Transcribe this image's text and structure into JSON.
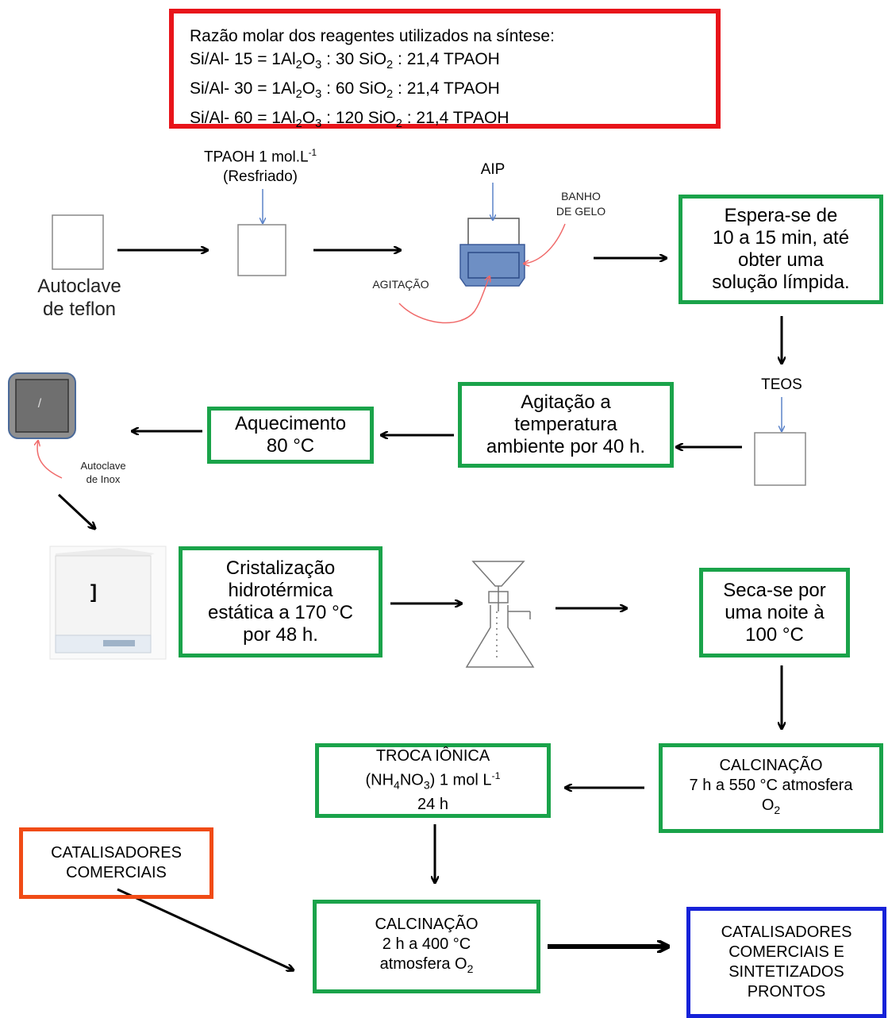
{
  "ratio_box": {
    "title": "Razão molar dos reagentes utilizados na síntese:",
    "lines": [
      {
        "prefix": "Si/Al- 15 = 1Al",
        "a": "2",
        "mid1": "O",
        "b": "3",
        "mid2": " : 30 SiO",
        "c": "2",
        "suffix": " : 21,4 TPAOH"
      },
      {
        "prefix": "Si/Al- 30 = 1Al",
        "a": "2",
        "mid1": "O",
        "b": "3",
        "mid2": " : 60 SiO",
        "c": "2",
        "suffix": " : 21,4 TPAOH"
      },
      {
        "prefix": "Si/Al- 60 = 1Al",
        "a": "2",
        "mid1": "O",
        "b": "3",
        "mid2": " : 120 SiO",
        "c": "2",
        "suffix": " : 21,4 TPAOH"
      }
    ]
  },
  "labels": {
    "tpaoh_line1": "TPAOH 1 mol.L",
    "tpaoh_sup": "-1",
    "tpaoh_line2": "(Resfriado)",
    "aip": "AIP",
    "banho_line1": "BANHO",
    "banho_line2": "DE GELO",
    "agitacao": "AGITAÇÃO",
    "autoclave_teflon_line1": "Autoclave",
    "autoclave_teflon_line2": "de teflon",
    "teos": "TEOS",
    "autoclave_inox_line1": "Autoclave",
    "autoclave_inox_line2": "de Inox",
    "oven_handle": "]",
    "inox_mark": "/"
  },
  "boxes": {
    "espera": [
      "Espera-se de",
      "10 a 15 min, até",
      "obter uma",
      "solução límpida."
    ],
    "agitacao_temp": [
      "Agitação a",
      "temperatura",
      "ambiente por 40 h."
    ],
    "aquecimento": [
      "Aquecimento",
      "80 °C"
    ],
    "cristalizacao": [
      "Cristalização",
      "hidrotérmica",
      "estática a 170 °C",
      "por 48 h."
    ],
    "seca": [
      "Seca-se por",
      "uma noite à",
      "100 °C"
    ],
    "calcinacao1": {
      "line1": "CALCINAÇÃO",
      "line2": "7 h a 550 °C atmosfera",
      "line3": "O",
      "line3_sub": "2"
    },
    "troca": {
      "line1": "TROCA IÔNICA",
      "line2_pre": "(NH",
      "sub1": "4",
      "line2_mid": "NO",
      "sub2": "3",
      "line2_post": ") 1 mol L",
      "sup": "-1",
      "line3": "24 h"
    },
    "comerciais": [
      "CATALISADORES",
      "COMERCIAIS"
    ],
    "calcinacao2": {
      "line1": "CALCINAÇÃO",
      "line2": "2 h a 400 °C",
      "line3": "atmosfera O",
      "line3_sub": "2"
    },
    "prontos": [
      "CATALISADORES",
      "COMERCIAIS E",
      "SINTETIZADOS",
      "PRONTOS"
    ]
  },
  "colors": {
    "green": "#1aa34a",
    "red": "#e8141a",
    "orange": "#f04b16",
    "blue": "#1622d8",
    "ice_bath": "#6e8fc4",
    "pointer_red": "#f06a6a",
    "pointer_blue": "#5b83c9"
  }
}
